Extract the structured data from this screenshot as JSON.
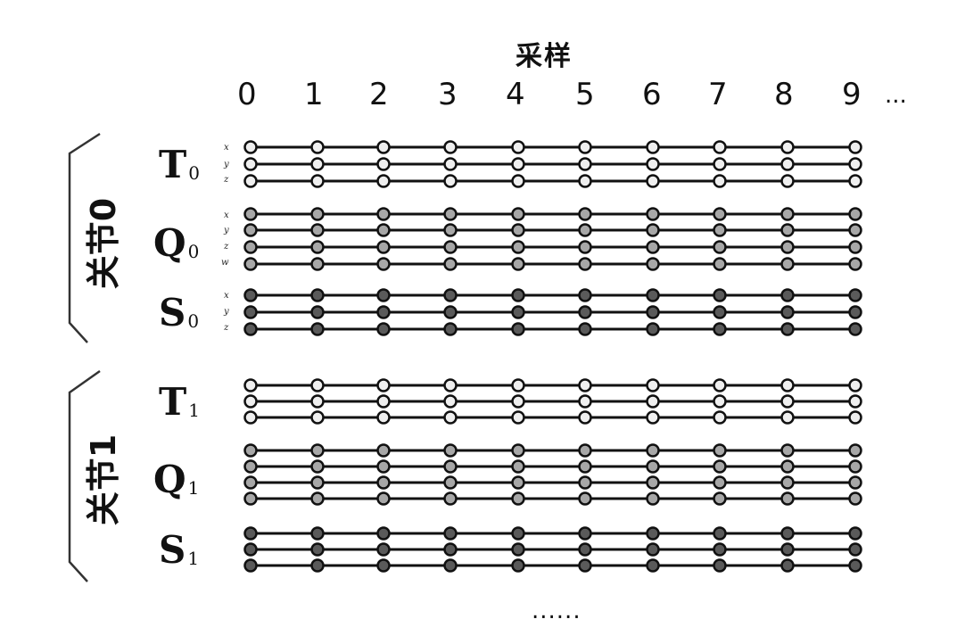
{
  "title": "采样",
  "samples": [
    "0",
    "1",
    "2",
    "3",
    "4",
    "5",
    "6",
    "7",
    "8",
    "9"
  ],
  "samples_more": "...",
  "bottom_more": "......",
  "joints": [
    {
      "label": "关节0",
      "channels": [
        {
          "letter": "T",
          "sub": "0",
          "rows": 3,
          "components": [
            "x",
            "y",
            "z"
          ],
          "node_color": "#efefef"
        },
        {
          "letter": "Q",
          "sub": "0",
          "rows": 4,
          "components": [
            "x",
            "y",
            "z",
            "w"
          ],
          "node_color": "#a7a7a7"
        },
        {
          "letter": "S",
          "sub": "0",
          "rows": 3,
          "components": [
            "x",
            "y",
            "z"
          ],
          "node_color": "#5a5a5a"
        }
      ]
    },
    {
      "label": "关节1",
      "channels": [
        {
          "letter": "T",
          "sub": "1",
          "rows": 3,
          "components": [],
          "node_color": "#efefef"
        },
        {
          "letter": "Q",
          "sub": "1",
          "rows": 4,
          "components": [],
          "node_color": "#a7a7a7"
        },
        {
          "letter": "S",
          "sub": "1",
          "rows": 3,
          "components": [],
          "node_color": "#5a5a5a"
        }
      ]
    }
  ]
}
